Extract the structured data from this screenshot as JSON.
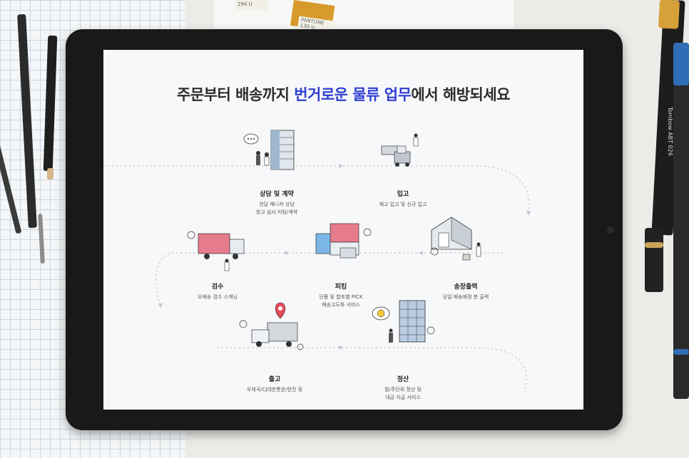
{
  "background": {
    "swatch_label": "PANTONE 130 U",
    "swatch_label2": "294 U",
    "marker_text": "Tombow ABT 026"
  },
  "screen": {
    "headline": {
      "part1": "주문부터 배송까지 ",
      "highlight": "번거로운 물류 업무",
      "part2": "에서 해방되세요"
    },
    "highlight_color": "#2f3fd4",
    "steps": [
      {
        "title": "상담 및 계약",
        "desc": [
          "전담 매니저 상담",
          "창고 실사 미팅/계약"
        ],
        "icon": "consultation-icon"
      },
      {
        "title": "입고",
        "desc": [
          "재고 입고 및 신규 입고"
        ],
        "icon": "forklift-icon"
      },
      {
        "title": "송장출력",
        "desc": [
          "당일 배송예정 분 출력"
        ],
        "icon": "warehouse-icon"
      },
      {
        "title": "피킹",
        "desc": [
          "단품 및 합포별 PICK",
          "배송고도화 서비스"
        ],
        "icon": "container-stack-icon"
      },
      {
        "title": "검수",
        "desc": [
          "오배송 검수 스캐닝"
        ],
        "icon": "truck-icon"
      },
      {
        "title": "출고",
        "desc": [
          "우체국/CJ대한통운/한진 등"
        ],
        "icon": "delivery-truck-pin-icon"
      },
      {
        "title": "정산",
        "desc": [
          "월/주단위 정산 및",
          "대금 지급 서비스"
        ],
        "icon": "settlement-building-icon"
      }
    ]
  }
}
